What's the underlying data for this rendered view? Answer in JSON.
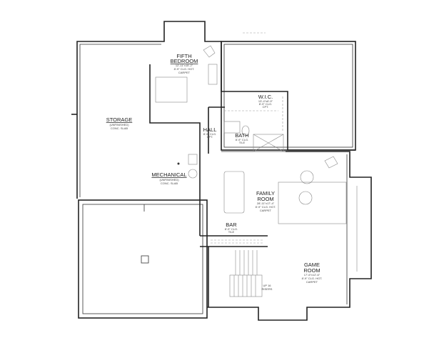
{
  "rooms": {
    "fifth_bedroom": {
      "name1": "FIFTH",
      "name2": "BEDROOM",
      "dim": "12'-11\"x15'-2\"",
      "ceiling": "8'-9\" CLG. HGT.",
      "floor": "CARPET"
    },
    "wic": {
      "name": "W.I.C.",
      "dim": "13'-4\"x6'-9\"",
      "ceiling": "8'-9\" CLG.",
      "floor": "CPT."
    },
    "hall": {
      "name": "HALL",
      "ceiling": "8'-9\" CLG.",
      "floor": "CPT."
    },
    "bath": {
      "name": "BATH",
      "ceiling": "8'-9\" CLG.",
      "floor": "TILE"
    },
    "storage": {
      "name": "STORAGE",
      "note": "(UNFINISHED)",
      "floor": "CONC. SLAB"
    },
    "mechanical": {
      "name": "MECHANICAL",
      "note": "(UNFINISHED)",
      "floor": "CONC. SLAB"
    },
    "family_room": {
      "name1": "FAMILY",
      "name2": "ROOM",
      "dim": "28'-11\"x17'-4\"",
      "ceiling": "8'-9\" CLG. HGT.",
      "floor": "CARPET"
    },
    "bar": {
      "name": "BAR",
      "ceiling": "8'-9\" CLG.",
      "floor": "TILE"
    },
    "game_room": {
      "name1": "GAME",
      "name2": "ROOM",
      "dim": "17'-6\"x12'-6\"",
      "ceiling": "8'-9\" CLG. HGT.",
      "floor": "CARPET"
    },
    "stairs": {
      "line1": "UP 16",
      "line2": "RISERS"
    }
  }
}
